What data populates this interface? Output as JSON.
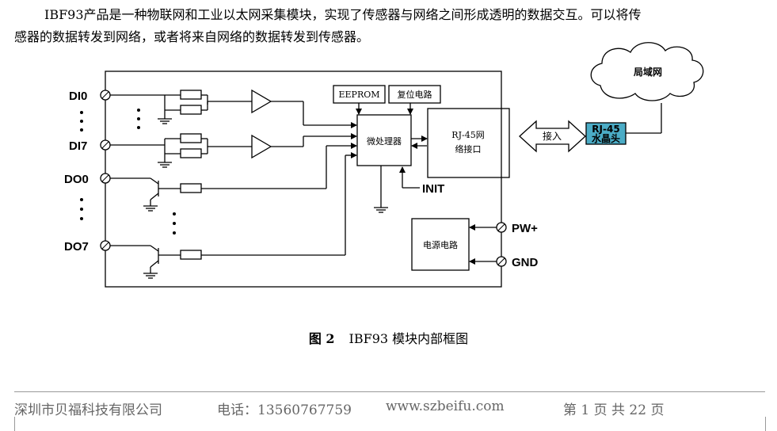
{
  "paragraph": {
    "line1": "IBF93产品是一种物联网和工业以太网采集模块，实现了传感器与网络之间形成透明的数据交互。可以将传",
    "line2": "感器的数据转发到网络，或者将来自网络的数据转发到传感器。"
  },
  "diagram": {
    "pins": {
      "di0": "DI0",
      "di7": "DI7",
      "do0": "DO0",
      "do7": "DO7",
      "pw": "PW+",
      "gnd": "GND"
    },
    "blocks": {
      "eeprom": "EEPROM",
      "reset": "复位电路",
      "mcu": "微处理器",
      "rj45_line1": "RJ-45网",
      "rj45_line2": "络接口",
      "power": "电源电路",
      "init": "INIT",
      "connect": "接入",
      "jack_line1": "RJ-45",
      "jack_line2": "水晶头",
      "lan": "局域网"
    },
    "colors": {
      "jack_fill": "#4bacc6",
      "line": "#000000"
    }
  },
  "caption": {
    "number": "图 2",
    "title": "IBF93 模块内部框图"
  },
  "footer": {
    "company": "深圳市贝福科技有限公司",
    "phone": "电话：13560767759",
    "website": "www.szbeifu.com",
    "page": "第 1 页 共 22 页"
  }
}
